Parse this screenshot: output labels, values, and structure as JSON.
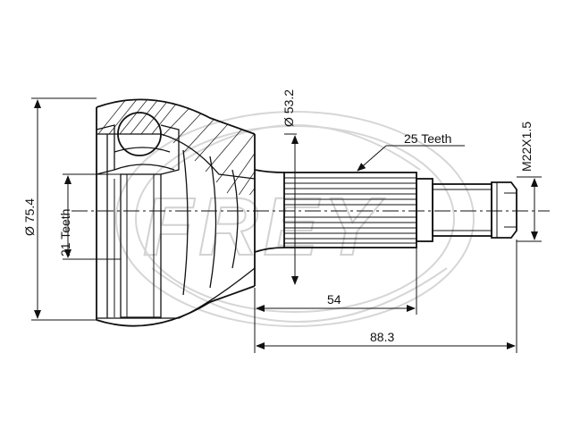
{
  "watermark": {
    "brand": "FREY"
  },
  "dimensions": {
    "outer_diameter": "Ø 75.4",
    "housing_diameter": "Ø 53.2",
    "inner_teeth": "21 Teeth",
    "outer_teeth": "25 Teeth",
    "thread": "M22X1.5",
    "shaft_length": "54",
    "total_length": "88.3"
  },
  "colors": {
    "line": "#111111",
    "watermark": "#d2d2d2",
    "background": "#ffffff"
  }
}
